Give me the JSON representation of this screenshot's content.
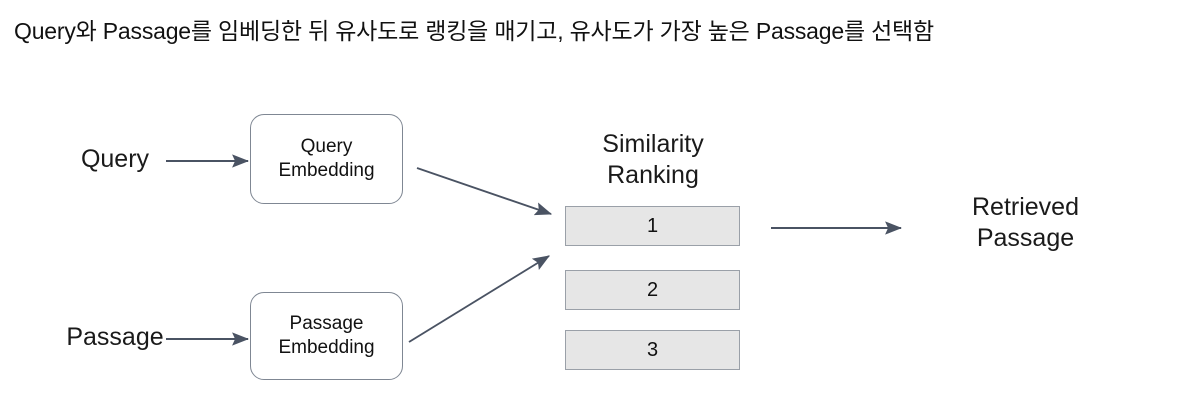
{
  "page": {
    "title": "Query와 Passage를 임베딩한 뒤 유사도로 랭킹을 매기고, 유사도가 가장 높은 Passage를 선택함"
  },
  "diagram": {
    "inputs": [
      {
        "name": "query",
        "label": "Query"
      },
      {
        "name": "passage",
        "label": "Passage"
      }
    ],
    "embedding_boxes": [
      {
        "name": "query-embedding",
        "line1": "Query",
        "line2": "Embedding"
      },
      {
        "name": "passage-embedding",
        "line1": "Passage",
        "line2": "Embedding"
      }
    ],
    "ranking": {
      "heading_line1": "Similarity",
      "heading_line2": "Ranking",
      "items": [
        {
          "rank": "1"
        },
        {
          "rank": "2"
        },
        {
          "rank": "3"
        }
      ]
    },
    "output": {
      "line1": "Retrieved",
      "line2": "Passage"
    },
    "colors": {
      "arrow": "#4a5363",
      "box_border": "#7f8793",
      "rank_fill": "#e6e6e6",
      "rank_border": "#9aa0a8",
      "text": "#111111",
      "background": "#ffffff"
    }
  }
}
